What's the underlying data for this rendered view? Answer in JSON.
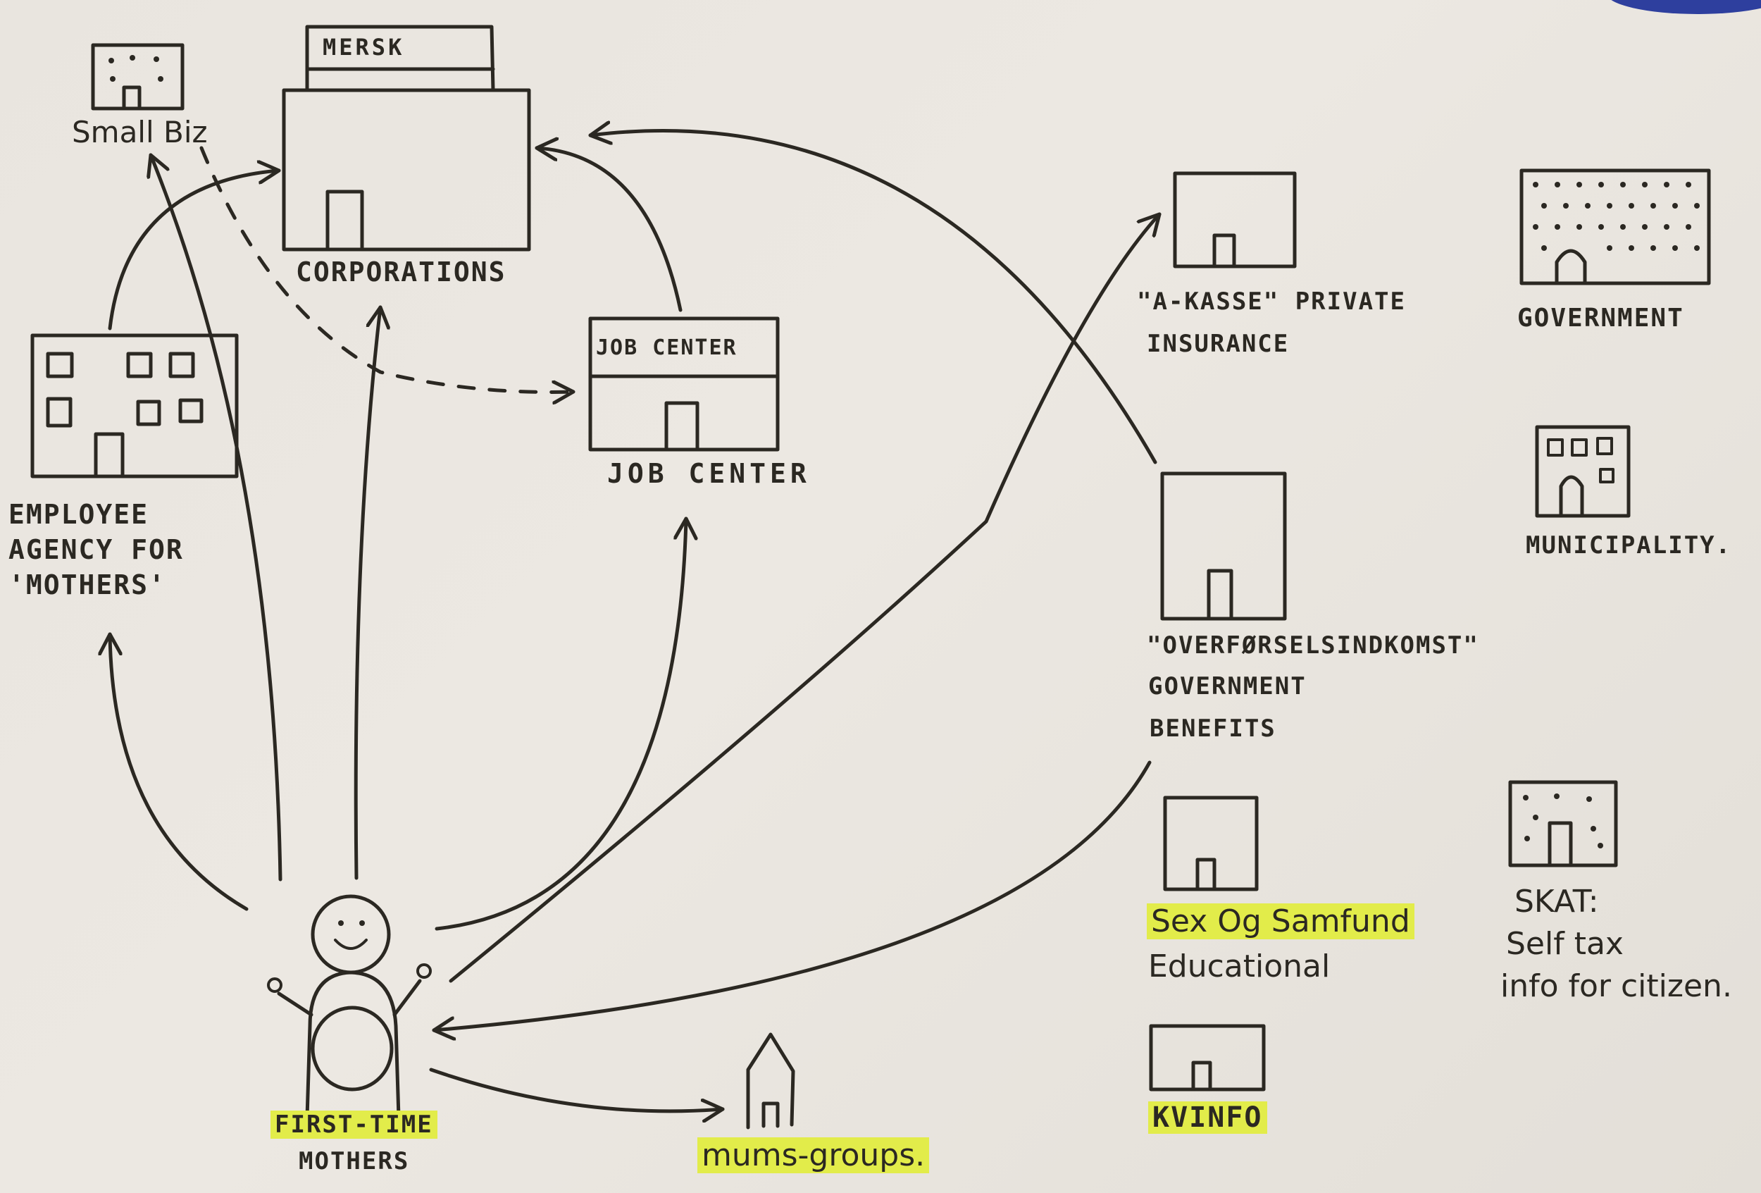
{
  "nodes": {
    "small_biz": "Small Biz",
    "corporations_sign": "MERSK",
    "corporations": "CORPORATIONS",
    "employee_agency": [
      "EMPLOYEE",
      "AGENCY FOR",
      "'MOTHERS'"
    ],
    "job_center_sign": "JOB CENTER",
    "job_center": "JOB CENTER",
    "a_kasse": [
      "\"A-KASSE\" PRIVATE",
      "INSURANCE"
    ],
    "government": "GOVERNMENT",
    "municipality": "MUNICIPALITY.",
    "overforsels": [
      "\"OVERFØRSELSINDKOMST\"",
      "GOVERNMENT",
      "BENEFITS"
    ],
    "sex_og_samfund": "Sex Og Samfund",
    "sex_og_samfund_sub": "Educational",
    "skat": [
      "SKAT:",
      "Self tax",
      "info for citizen."
    ],
    "kvinfo": "KVINFO",
    "first_time_mothers": [
      "FIRST-TIME",
      "MOTHERS"
    ],
    "mums_groups": "mums-groups."
  },
  "colors": {
    "ink": "#2b2822",
    "paper": "#ebe7e1",
    "highlight": "#e2ec4a"
  }
}
